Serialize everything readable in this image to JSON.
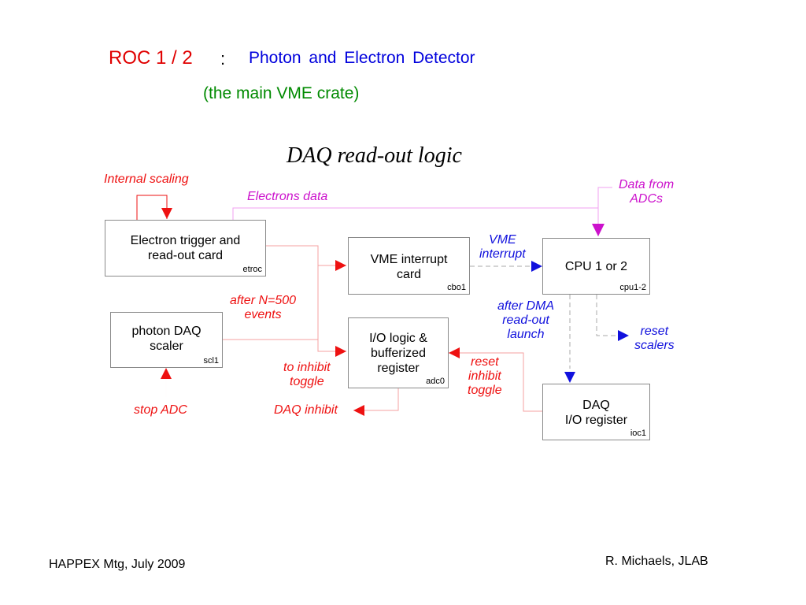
{
  "header": {
    "roc": "ROC 1 / 2",
    "colon": ":",
    "detector": "Photon  and  Electron  Detector",
    "subtitle": "(the main  VME  crate)",
    "diagram_title": "DAQ read-out logic"
  },
  "boxes": {
    "etroc": {
      "label": "Electron trigger and\nread-out card",
      "id": "etroc"
    },
    "cbo1": {
      "label": "VME interrupt\ncard",
      "id": "cbo1"
    },
    "cpu": {
      "label": "CPU 1 or 2",
      "id": "cpu1-2"
    },
    "scl1": {
      "label": "photon DAQ\nscaler",
      "id": "scl1"
    },
    "adc0": {
      "label": "I/O logic &\nbufferized\nregister",
      "id": "adc0"
    },
    "ioc1": {
      "label": "DAQ\nI/O register",
      "id": "ioc1"
    }
  },
  "labels": {
    "internal_scaling": "Internal scaling",
    "electrons_data": "Electrons data",
    "data_from_adcs": "Data from\nADCs",
    "vme_interrupt": "VME\ninterrupt",
    "after_n": "after N=500\nevents",
    "after_dma": "after DMA\nread-out\nlaunch",
    "reset_scalers": "reset\nscalers",
    "to_inhibit": "to inhibit\ntoggle",
    "reset_inhibit": "reset\ninhibit\ntoggle",
    "stop_adc": "stop ADC",
    "daq_inhibit": "DAQ inhibit"
  },
  "footer": {
    "left": "HAPPEX  Mtg,  July 2009",
    "right": "R. Michaels,  JLAB"
  },
  "colors": {
    "red": "#ee1111",
    "blue": "#1111dd",
    "magenta": "#cc11cc",
    "green": "#008a00"
  }
}
